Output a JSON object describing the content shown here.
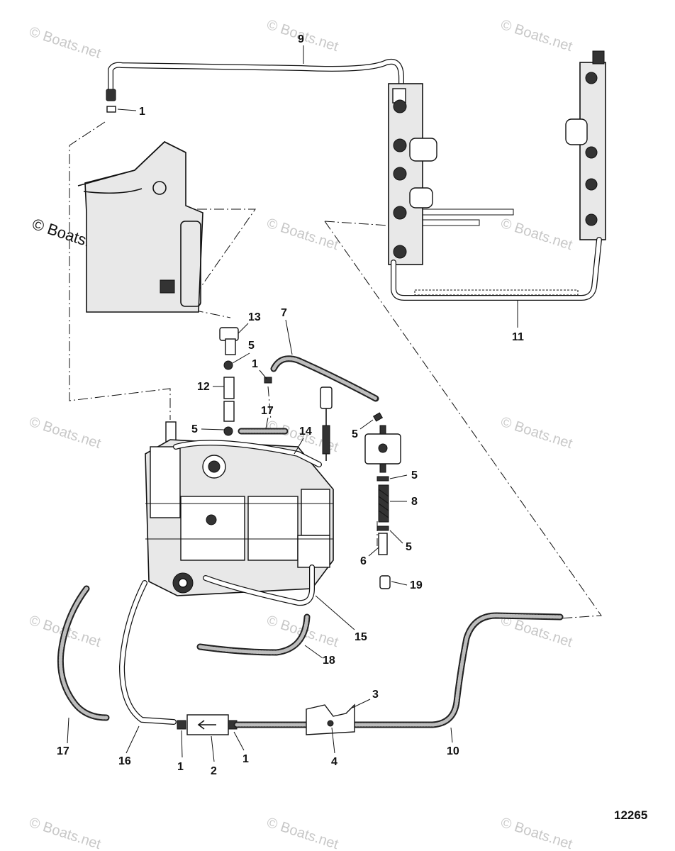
{
  "figure_number": "12265",
  "watermark": "© Boats.net",
  "callouts": [
    {
      "id": "c9",
      "label": "9"
    },
    {
      "id": "c1a",
      "label": "1"
    },
    {
      "id": "c13",
      "label": "13"
    },
    {
      "id": "c7",
      "label": "7"
    },
    {
      "id": "c5a",
      "label": "5"
    },
    {
      "id": "c1b",
      "label": "1"
    },
    {
      "id": "c12",
      "label": "12"
    },
    {
      "id": "c17a",
      "label": "17"
    },
    {
      "id": "c5b",
      "label": "5"
    },
    {
      "id": "c14",
      "label": "14"
    },
    {
      "id": "c5c",
      "label": "5"
    },
    {
      "id": "c5d",
      "label": "5"
    },
    {
      "id": "c8",
      "label": "8"
    },
    {
      "id": "c5e",
      "label": "5"
    },
    {
      "id": "c6",
      "label": "6"
    },
    {
      "id": "c19",
      "label": "19"
    },
    {
      "id": "c11",
      "label": "11"
    },
    {
      "id": "c15",
      "label": "15"
    },
    {
      "id": "c18",
      "label": "18"
    },
    {
      "id": "c3",
      "label": "3"
    },
    {
      "id": "c17b",
      "label": "17"
    },
    {
      "id": "c16",
      "label": "16"
    },
    {
      "id": "c1c",
      "label": "1"
    },
    {
      "id": "c2",
      "label": "2"
    },
    {
      "id": "c1d",
      "label": "1"
    },
    {
      "id": "c4",
      "label": "4"
    },
    {
      "id": "c10",
      "label": "10"
    }
  ]
}
